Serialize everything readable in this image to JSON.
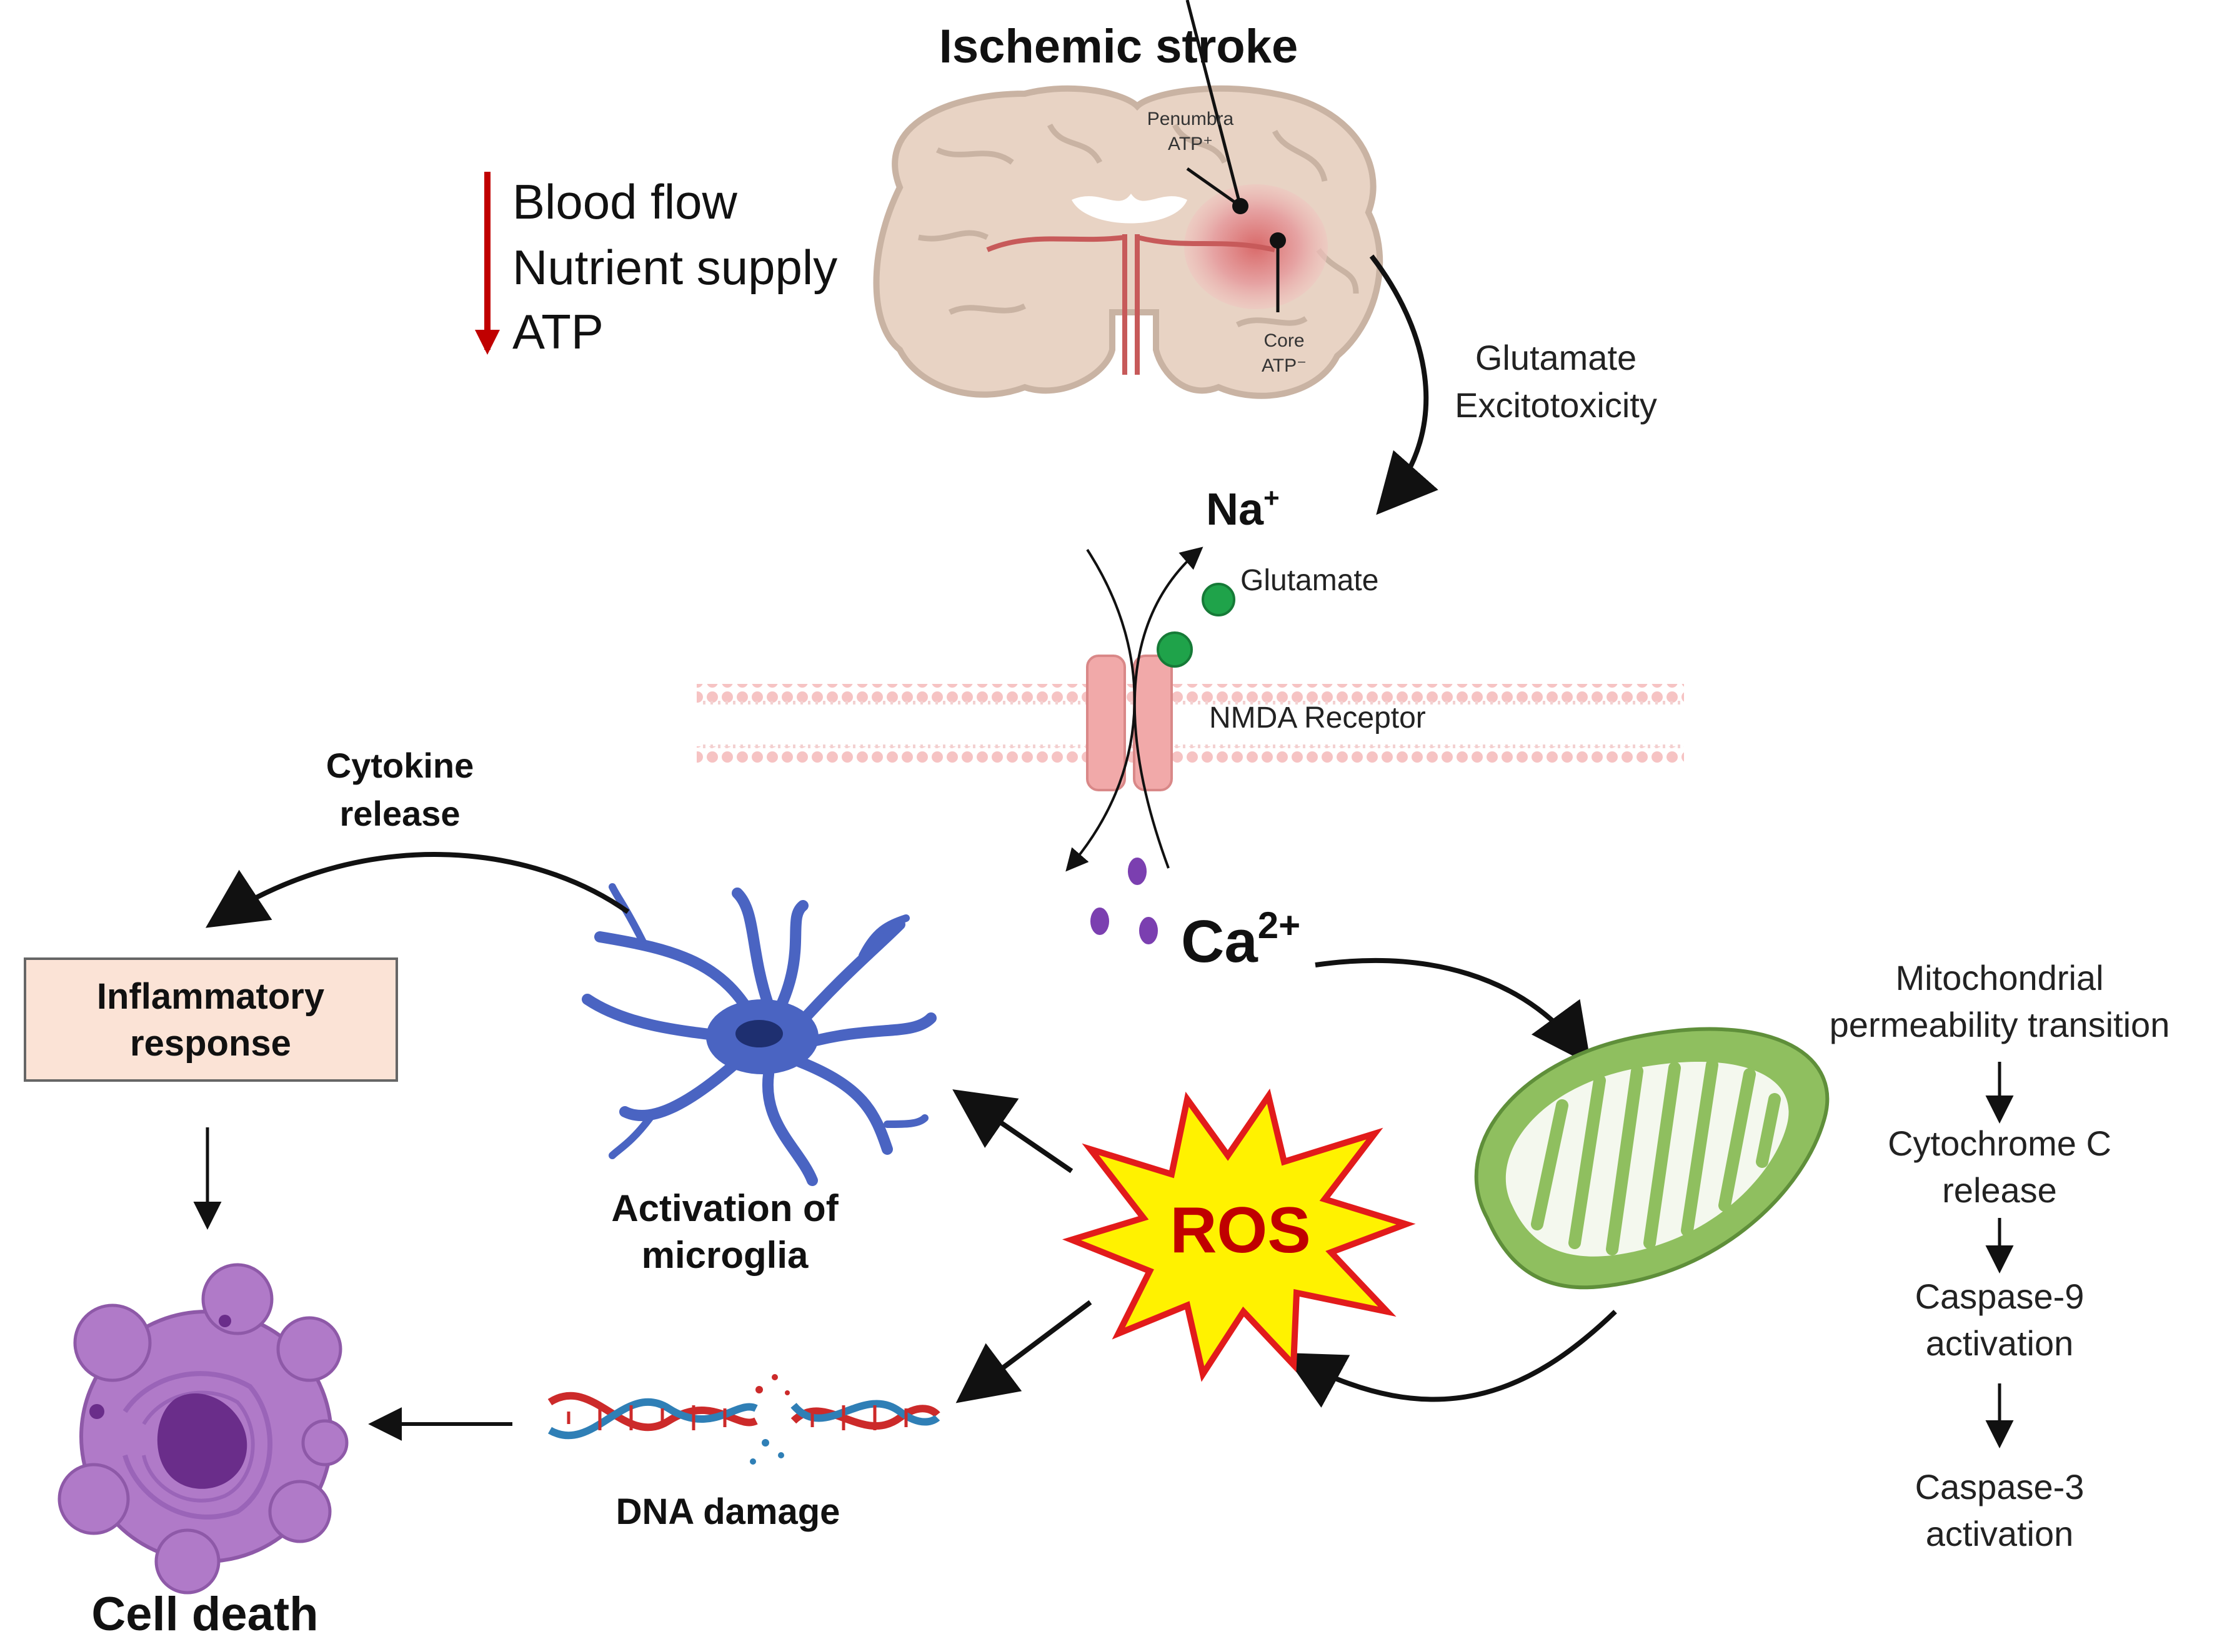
{
  "title": "Ischemic stroke",
  "brain": {
    "penumbra_line1": "Penumbra",
    "penumbra_line2": "ATP⁺",
    "core_line1": "Core",
    "core_line2": "ATP⁻"
  },
  "decrease_list": [
    "Blood flow",
    "Nutrient supply",
    "ATP"
  ],
  "glutamate_excitotoxicity": [
    "Glutamate",
    "Excitotoxicity"
  ],
  "ions": {
    "sodium": "Na",
    "sodium_sup": "+",
    "calcium": "Ca",
    "calcium_sup": "2+"
  },
  "receptor": {
    "ligand_label": "Glutamate",
    "receptor_label": "NMDA Receptor"
  },
  "cytokine_release": [
    "Cytokine",
    "release"
  ],
  "inflammatory_response": [
    "Inflammatory",
    "response"
  ],
  "microglia_label": [
    "Activation of",
    "microglia"
  ],
  "ros_label": "ROS",
  "dna_damage_label": "DNA damage",
  "cell_death_label": "Cell death",
  "mito_cascade": [
    [
      "Mitochondrial",
      "permeability transition"
    ],
    [
      "Cytochrome C",
      "release"
    ],
    [
      "Caspase-9",
      "activation"
    ],
    [
      "Caspase-3",
      "activation"
    ]
  ],
  "colors": {
    "arrow": "#111111",
    "decrease_arrow": "#c00000",
    "brain_fill": "#e8d3c4",
    "brain_outline": "#c9b3a3",
    "lesion": "#e6a3a3",
    "vessel": "#c75a5a",
    "glutamate": "#1fa34a",
    "calcium": "#7b3fb0",
    "membrane": "#f6c3c3",
    "receptor": "#f1a9a9",
    "microglia": "#4a64c2",
    "ros_fill": "#fff200",
    "ros_outline": "#e21b1b",
    "ros_text": "#c00000",
    "mito": "#8fbf5f",
    "dna_red": "#cc2a2a",
    "dna_blue": "#2f7fb6",
    "cell": "#b07ac8",
    "inflammatory_fill": "#fbe3d6"
  }
}
